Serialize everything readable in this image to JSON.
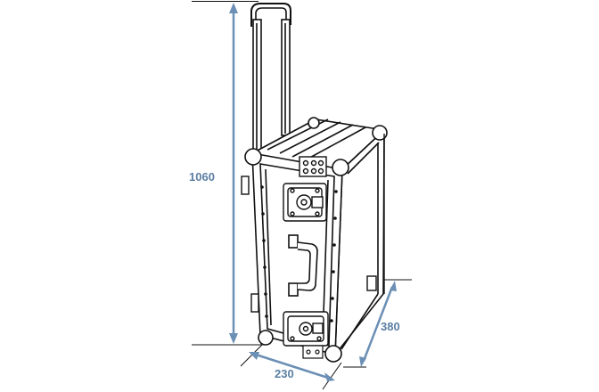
{
  "dimensions": {
    "height_label": "1060",
    "width_label": "230",
    "depth_label": "380"
  },
  "colors": {
    "dimension": "#6b8fb5",
    "dimension_text": "#5b7fa3",
    "line": "#111111",
    "background": "#ffffff"
  }
}
